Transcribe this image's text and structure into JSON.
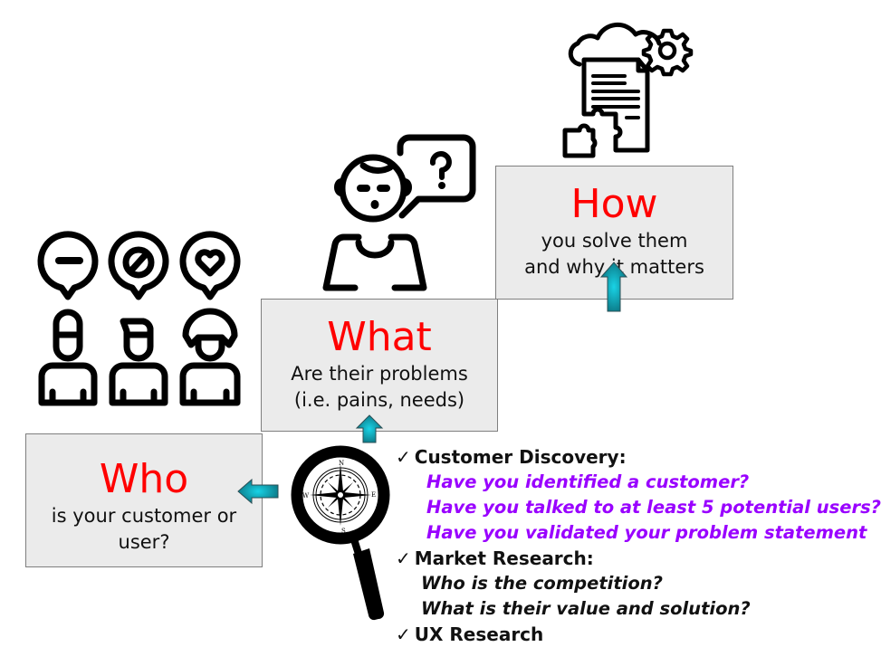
{
  "colors": {
    "title_red": "#ff0000",
    "question_purple": "#9900ff",
    "box_fill": "#ebebeb",
    "box_border": "#7f7f7f",
    "arrow_teal": "#0e9aaa"
  },
  "steps": {
    "who": {
      "title": "Who",
      "subtitle_lines": [
        "is your customer or",
        "user?"
      ],
      "icon": "three-users-speech-bubbles-icon"
    },
    "what": {
      "title": "What",
      "subtitle_lines": [
        "Are their problems",
        "(i.e. pains, needs)"
      ],
      "icon": "person-question-bubble-icon"
    },
    "how": {
      "title": "How",
      "subtitle_lines": [
        "you solve them",
        "and why it matters"
      ],
      "icon": "cloud-document-gear-puzzle-icon"
    }
  },
  "center_icon": "magnifier-compass-icon",
  "arrows": [
    "arrow-left-to-who",
    "arrow-up-to-what",
    "arrow-up-to-how"
  ],
  "research": {
    "checkmark": "✓",
    "sections": [
      {
        "heading": "Customer Discovery:",
        "style": "purple",
        "questions": [
          "Have you identified a customer?",
          "Have you talked to at least 5 potential users?",
          "Have you validated your problem statement"
        ]
      },
      {
        "heading": "Market Research:",
        "style": "black",
        "questions": [
          "Who is the competition?",
          "What is their value and solution?"
        ]
      },
      {
        "heading": "UX Research",
        "style": "black",
        "questions": []
      }
    ]
  }
}
